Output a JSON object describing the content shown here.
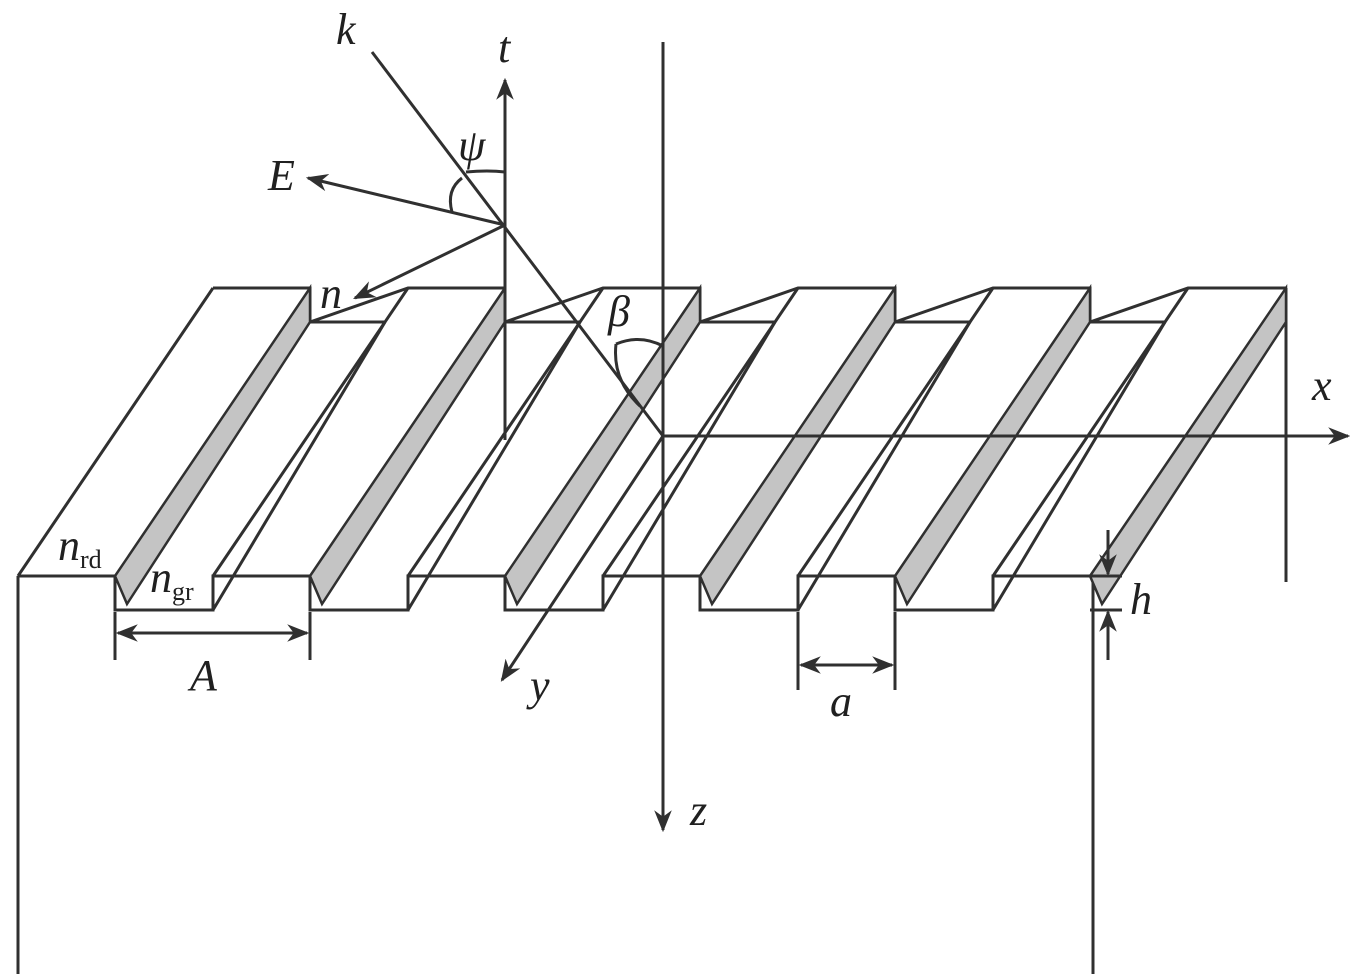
{
  "labels": {
    "k": "k",
    "t": "t",
    "psi": "ψ",
    "E": "E",
    "n": "n",
    "beta": "β",
    "x": "x",
    "y": "y",
    "z": "z",
    "n_rd_base": "n",
    "n_rd_sub": "rd",
    "n_gr_base": "n",
    "n_gr_sub": "gr",
    "A": "A",
    "a": "a",
    "h": "h"
  },
  "colors": {
    "line": "#303030",
    "groove_wall": "#c4c4c4",
    "background": "#ffffff"
  }
}
